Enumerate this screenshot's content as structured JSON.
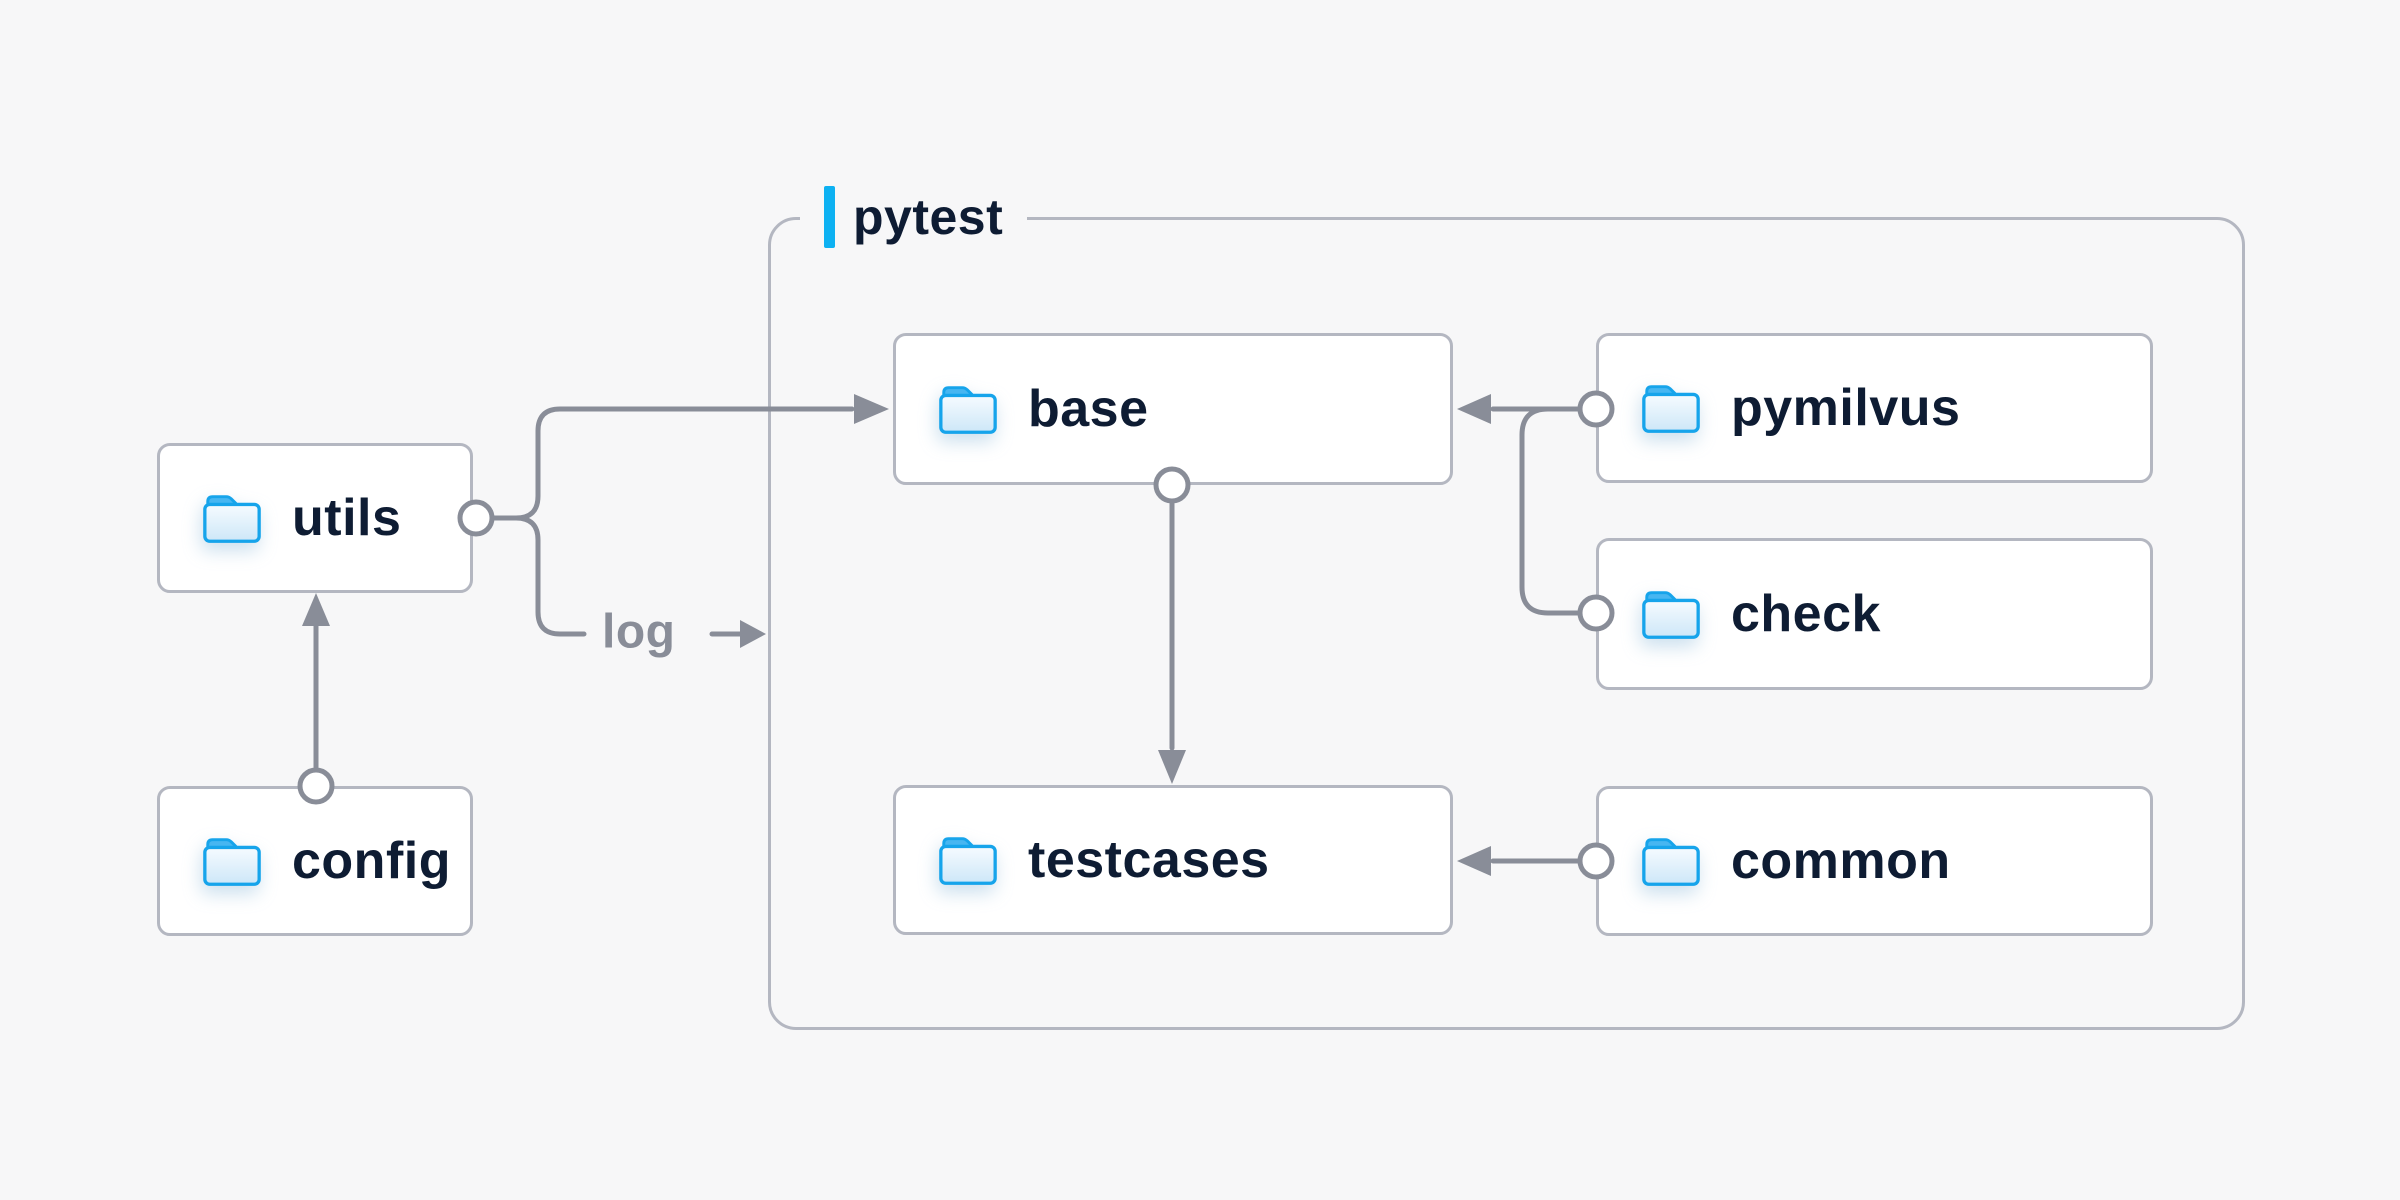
{
  "diagram": {
    "container": {
      "label": "pytest"
    },
    "nodes": [
      {
        "id": "utils",
        "label": "utils",
        "icon": "folder-icon",
        "location": "outside-container"
      },
      {
        "id": "config",
        "label": "config",
        "icon": "folder-icon",
        "location": "outside-container"
      },
      {
        "id": "base",
        "label": "base",
        "icon": "folder-icon",
        "location": "inside-container"
      },
      {
        "id": "pymilvus",
        "label": "pymilvus",
        "icon": "folder-icon",
        "location": "inside-container"
      },
      {
        "id": "check",
        "label": "check",
        "icon": "folder-icon",
        "location": "inside-container"
      },
      {
        "id": "testcases",
        "label": "testcases",
        "icon": "folder-icon",
        "location": "inside-container"
      },
      {
        "id": "common",
        "label": "common",
        "icon": "folder-icon",
        "location": "inside-container"
      }
    ],
    "edges": [
      {
        "from": "config",
        "to": "utils",
        "source_marker": "circle",
        "end_marker": "arrow",
        "label": ""
      },
      {
        "from": "utils",
        "to": "base",
        "source_marker": "circle",
        "end_marker": "arrow",
        "label": ""
      },
      {
        "from": "utils",
        "to": "pytest",
        "source_marker": "circle",
        "end_marker": "arrow",
        "label": "log"
      },
      {
        "from": "pymilvus",
        "to": "base",
        "source_marker": "circle",
        "end_marker": "arrow",
        "label": ""
      },
      {
        "from": "check",
        "to": "base",
        "source_marker": "circle",
        "end_marker": "arrow",
        "label": ""
      },
      {
        "from": "base",
        "to": "testcases",
        "source_marker": "circle",
        "end_marker": "arrow",
        "label": ""
      },
      {
        "from": "common",
        "to": "testcases",
        "source_marker": "circle",
        "end_marker": "arrow",
        "label": ""
      }
    ],
    "log_label": "log",
    "colors": {
      "background": "#f7f7f8",
      "accent_blue": "#0db1f2",
      "folder_blue": "#16a4eb",
      "connector_gray": "#898d98",
      "node_border_gray": "#b4b7c1",
      "text_navy": "#0e1c33",
      "node_fill": "#ffffff"
    }
  }
}
